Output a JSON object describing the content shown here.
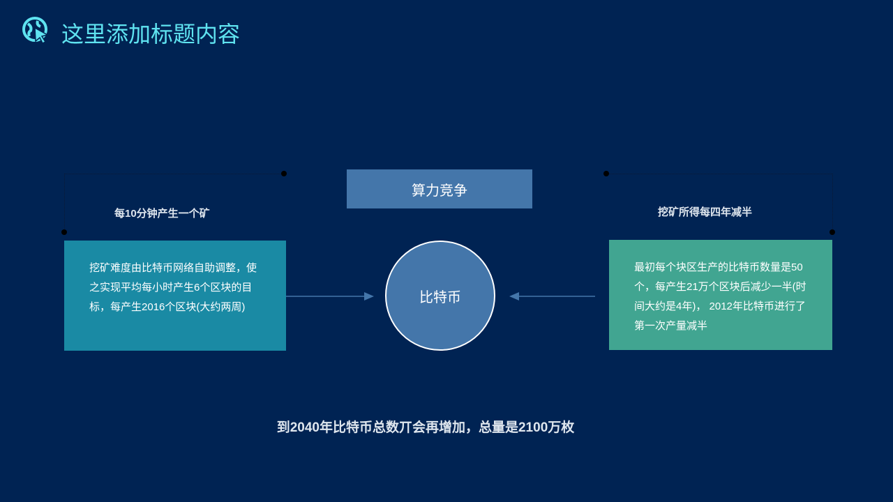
{
  "header": {
    "title": "这里添加标题内容"
  },
  "top_label": "算力竞争",
  "center_label": "比特币",
  "left": {
    "subtitle": "每10分钟产生一个矿",
    "text": "挖矿难度由比特币网络自助调整，使之实现平均每小时产生6个区块的目标，每产生2016个区块(大约两周)"
  },
  "right": {
    "subtitle": "挖矿所得每四年减半",
    "text": "最初每个块区生产的比特币数量是50个，每产生21万个区块后减少一半(时间大约是4年)， 2012年比特币进行了第一次产量减半"
  },
  "footer": "到2040年比特币总数丌会再增加，总量是2100万枚",
  "colors": {
    "left_box": "#1a8aa4",
    "right_box": "#41a591",
    "accent": "#4476aa"
  }
}
